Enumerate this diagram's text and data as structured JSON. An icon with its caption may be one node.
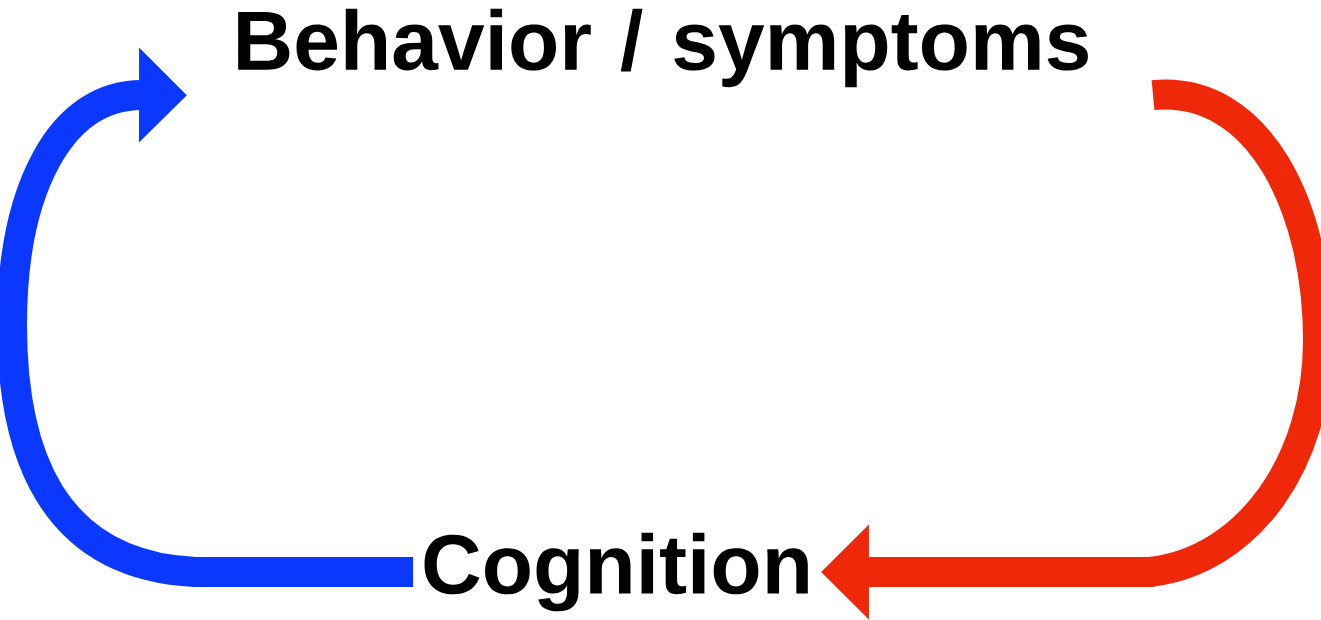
{
  "diagram": {
    "nodes": [
      {
        "text": [
          "Behavior / symptoms"
        ]
      },
      {
        "text": [
          "Cognition"
        ]
      }
    ],
    "edges": [
      {
        "from": 1,
        "to": 0,
        "arrow": "to",
        "color": "#0a38ff"
      },
      {
        "from": 0,
        "to": 1,
        "arrow": "to",
        "color": "#f0280a"
      }
    ]
  }
}
